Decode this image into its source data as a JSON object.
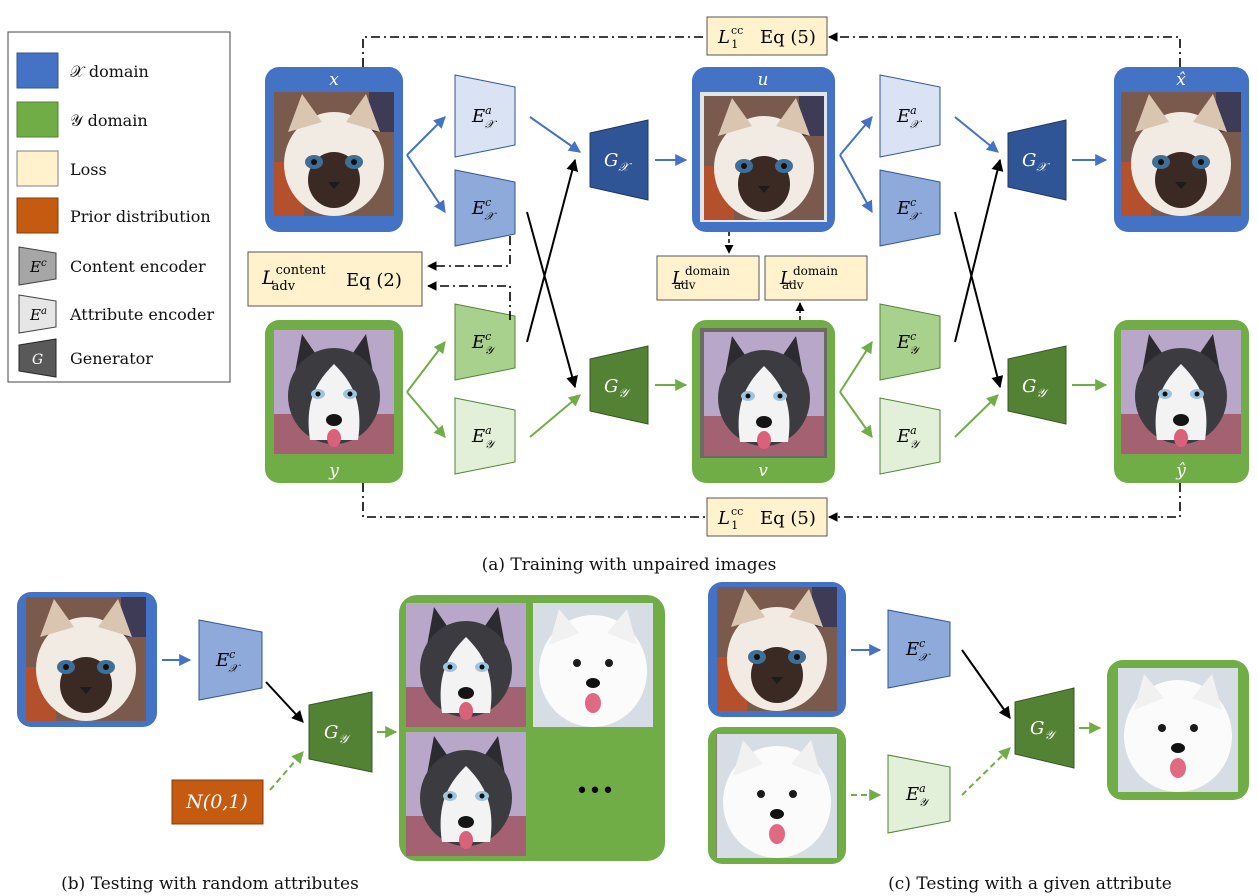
{
  "colors": {
    "x_domain": "#4472c4",
    "y_domain": "#70ad47",
    "loss": "#fff2cc",
    "prior": "#c55a11",
    "enc_x_content": "#8eaadb",
    "enc_x_attr": "#dae3f3",
    "gen_x": "#2f5597",
    "enc_y_content": "#a9d18e",
    "enc_y_attr": "#e2f0d9",
    "gen_y": "#548235"
  },
  "legend": {
    "x_domain": "𝒳 domain",
    "y_domain": "𝒴 domain",
    "loss": "Loss",
    "prior": "Prior distribution",
    "content_symbol": "E",
    "content_sup": "c",
    "content_label": "Content encoder",
    "attr_symbol": "E",
    "attr_sup": "a",
    "attr_label": "Attribute encoder",
    "gen_symbol": "G",
    "gen_label": "Generator"
  },
  "labels": {
    "x": "x",
    "y": "y",
    "u": "u",
    "v": "v",
    "x_hat": "x̂",
    "y_hat": "ŷ",
    "E": "E",
    "G": "G",
    "sup_a": "a",
    "sup_c": "c",
    "sub_x": "𝒳",
    "sub_y": "𝒴"
  },
  "losses": {
    "cc_L": "L",
    "cc_sub": "1",
    "cc_sup": "cc",
    "cc_eq": "Eq (5)",
    "content_L": "L",
    "content_sup": "content",
    "content_sub": "adv",
    "content_eq": "Eq (2)",
    "domain_L": "L",
    "domain_sup": "domain",
    "domain_sub": "adv"
  },
  "prior": {
    "label": "N(0,1)"
  },
  "ellipsis": "•••",
  "captions": {
    "a": "(a) Training with unpaired images",
    "b": "(b) Testing with random attributes",
    "c": "(c) Testing with a given attribute"
  }
}
